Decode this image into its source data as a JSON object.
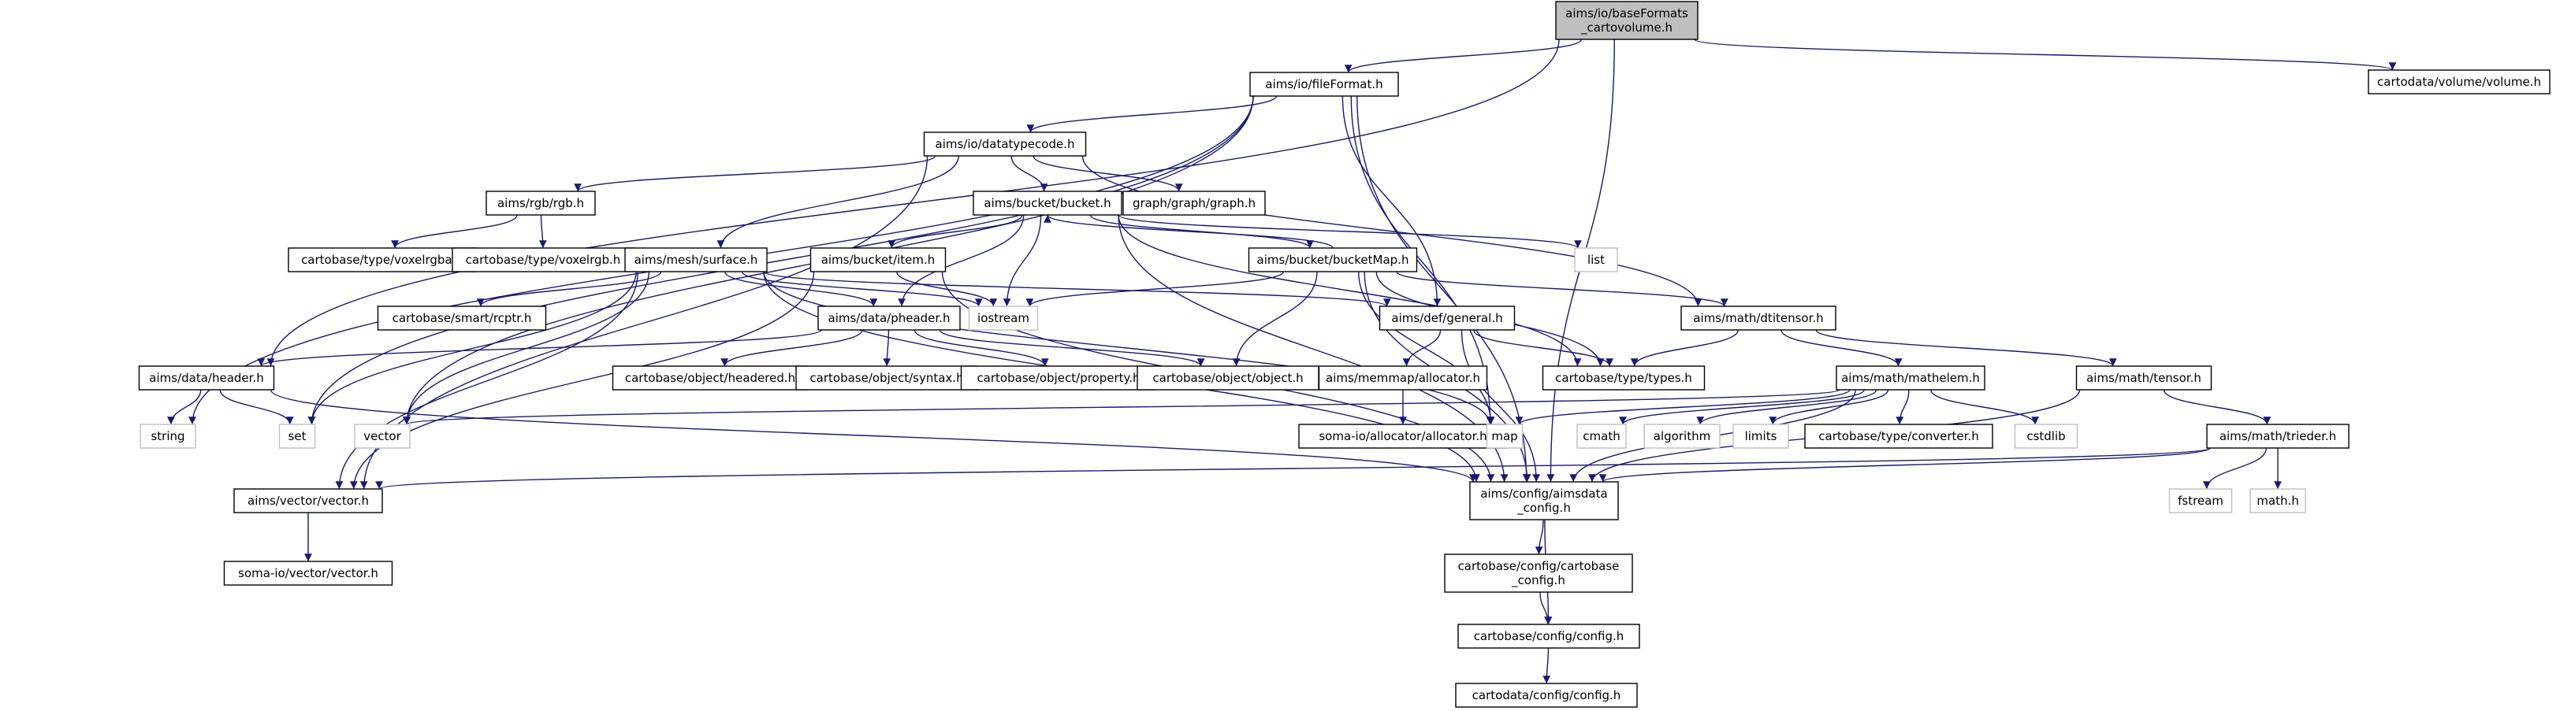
{
  "graph": {
    "nodes": [
      {
        "id": "root",
        "lines": [
          "aims/io/baseFormats",
          "_cartovolume.h"
        ],
        "kind": "root"
      },
      {
        "id": "fileFormat",
        "lines": [
          "aims/io/fileFormat.h"
        ],
        "kind": "doc"
      },
      {
        "id": "cvolume",
        "lines": [
          "cartodata/volume/volume.h"
        ],
        "kind": "doc"
      },
      {
        "id": "datatypecode",
        "lines": [
          "aims/io/datatypecode.h"
        ],
        "kind": "doc"
      },
      {
        "id": "rgb",
        "lines": [
          "aims/rgb/rgb.h"
        ],
        "kind": "doc"
      },
      {
        "id": "bucket",
        "lines": [
          "aims/bucket/bucket.h"
        ],
        "kind": "doc"
      },
      {
        "id": "graphh",
        "lines": [
          "graph/graph/graph.h"
        ],
        "kind": "doc"
      },
      {
        "id": "voxelrgba",
        "lines": [
          "cartobase/type/voxelrgba.h"
        ],
        "kind": "doc"
      },
      {
        "id": "voxelrgb",
        "lines": [
          "cartobase/type/voxelrgb.h"
        ],
        "kind": "doc"
      },
      {
        "id": "list",
        "lines": [
          "list"
        ],
        "kind": "ext"
      },
      {
        "id": "surface",
        "lines": [
          "aims/mesh/surface.h"
        ],
        "kind": "doc"
      },
      {
        "id": "item",
        "lines": [
          "aims/bucket/item.h"
        ],
        "kind": "doc"
      },
      {
        "id": "bucketMap",
        "lines": [
          "aims/bucket/bucketMap.h"
        ],
        "kind": "doc"
      },
      {
        "id": "rcptr",
        "lines": [
          "cartobase/smart/rcptr.h"
        ],
        "kind": "doc"
      },
      {
        "id": "iostream",
        "lines": [
          "iostream"
        ],
        "kind": "ext"
      },
      {
        "id": "general",
        "lines": [
          "aims/def/general.h"
        ],
        "kind": "doc"
      },
      {
        "id": "dtitensor",
        "lines": [
          "aims/math/dtitensor.h"
        ],
        "kind": "doc"
      },
      {
        "id": "pheader",
        "lines": [
          "aims/data/pheader.h"
        ],
        "kind": "doc"
      },
      {
        "id": "header",
        "lines": [
          "aims/data/header.h"
        ],
        "kind": "doc"
      },
      {
        "id": "headered",
        "lines": [
          "cartobase/object/headered.h"
        ],
        "kind": "doc"
      },
      {
        "id": "syntax",
        "lines": [
          "cartobase/object/syntax.h"
        ],
        "kind": "doc"
      },
      {
        "id": "property",
        "lines": [
          "cartobase/object/property.h"
        ],
        "kind": "doc"
      },
      {
        "id": "object",
        "lines": [
          "cartobase/object/object.h"
        ],
        "kind": "doc"
      },
      {
        "id": "allocator",
        "lines": [
          "aims/memmap/allocator.h"
        ],
        "kind": "doc"
      },
      {
        "id": "types",
        "lines": [
          "cartobase/type/types.h"
        ],
        "kind": "doc"
      },
      {
        "id": "mathelem",
        "lines": [
          "aims/math/mathelem.h"
        ],
        "kind": "doc"
      },
      {
        "id": "tensor",
        "lines": [
          "aims/math/tensor.h"
        ],
        "kind": "doc"
      },
      {
        "id": "string",
        "lines": [
          "string"
        ],
        "kind": "ext"
      },
      {
        "id": "set",
        "lines": [
          "set"
        ],
        "kind": "ext"
      },
      {
        "id": "vector",
        "lines": [
          "vector"
        ],
        "kind": "ext"
      },
      {
        "id": "somaalloc",
        "lines": [
          "soma-io/allocator/allocator.h"
        ],
        "kind": "doc"
      },
      {
        "id": "map",
        "lines": [
          "map"
        ],
        "kind": "ext"
      },
      {
        "id": "cmath",
        "lines": [
          "cmath"
        ],
        "kind": "ext"
      },
      {
        "id": "algorithm",
        "lines": [
          "algorithm"
        ],
        "kind": "ext"
      },
      {
        "id": "limits",
        "lines": [
          "limits"
        ],
        "kind": "ext"
      },
      {
        "id": "converter",
        "lines": [
          "cartobase/type/converter.h"
        ],
        "kind": "doc"
      },
      {
        "id": "cstdlib",
        "lines": [
          "cstdlib"
        ],
        "kind": "ext"
      },
      {
        "id": "trieder",
        "lines": [
          "aims/math/trieder.h"
        ],
        "kind": "doc"
      },
      {
        "id": "vectorh",
        "lines": [
          "aims/vector/vector.h"
        ],
        "kind": "doc"
      },
      {
        "id": "aimsdata",
        "lines": [
          "aims/config/aimsdata",
          "_config.h"
        ],
        "kind": "doc"
      },
      {
        "id": "fstream",
        "lines": [
          "fstream"
        ],
        "kind": "ext"
      },
      {
        "id": "mathh",
        "lines": [
          "math.h"
        ],
        "kind": "ext"
      },
      {
        "id": "somavector",
        "lines": [
          "soma-io/vector/vector.h"
        ],
        "kind": "doc"
      },
      {
        "id": "cbconfig",
        "lines": [
          "cartobase/config/cartobase",
          "_config.h"
        ],
        "kind": "doc"
      },
      {
        "id": "config",
        "lines": [
          "cartobase/config/config.h"
        ],
        "kind": "doc"
      },
      {
        "id": "cdconfig",
        "lines": [
          "cartodata/config/config.h"
        ],
        "kind": "doc"
      }
    ],
    "edges": [
      [
        "root",
        "fileFormat"
      ],
      [
        "root",
        "cvolume"
      ],
      [
        "root",
        "header"
      ],
      [
        "root",
        "aimsdata"
      ],
      [
        "fileFormat",
        "datatypecode"
      ],
      [
        "fileFormat",
        "string"
      ],
      [
        "fileFormat",
        "set"
      ],
      [
        "fileFormat",
        "vector"
      ],
      [
        "fileFormat",
        "general"
      ],
      [
        "fileFormat",
        "map"
      ],
      [
        "fileFormat",
        "aimsdata"
      ],
      [
        "datatypecode",
        "rgb"
      ],
      [
        "datatypecode",
        "bucket"
      ],
      [
        "datatypecode",
        "graphh"
      ],
      [
        "datatypecode",
        "surface"
      ],
      [
        "datatypecode",
        "dtitensor"
      ],
      [
        "datatypecode",
        "vectorh"
      ],
      [
        "rgb",
        "voxelrgba"
      ],
      [
        "rgb",
        "voxelrgb"
      ],
      [
        "bucket",
        "item"
      ],
      [
        "bucket",
        "bucketMap"
      ],
      [
        "bucket",
        "list"
      ],
      [
        "bucket",
        "iostream"
      ],
      [
        "bucket",
        "pheader"
      ],
      [
        "bucket",
        "types"
      ],
      [
        "bucket",
        "aimsdata"
      ],
      [
        "item",
        "iostream"
      ],
      [
        "item",
        "aimsdata"
      ],
      [
        "item",
        "vectorh"
      ],
      [
        "bucketMap",
        "bucket"
      ],
      [
        "bucketMap",
        "iostream"
      ],
      [
        "bucketMap",
        "dtitensor"
      ],
      [
        "bucketMap",
        "types"
      ],
      [
        "bucketMap",
        "object"
      ],
      [
        "bucketMap",
        "map"
      ],
      [
        "bucketMap",
        "aimsdata"
      ],
      [
        "surface",
        "rcptr"
      ],
      [
        "surface",
        "pheader"
      ],
      [
        "surface",
        "iostream"
      ],
      [
        "surface",
        "general"
      ],
      [
        "surface",
        "set"
      ],
      [
        "surface",
        "vector"
      ],
      [
        "surface",
        "map"
      ],
      [
        "surface",
        "aimsdata"
      ],
      [
        "surface",
        "vectorh"
      ],
      [
        "pheader",
        "header"
      ],
      [
        "pheader",
        "headered"
      ],
      [
        "pheader",
        "syntax"
      ],
      [
        "pheader",
        "property"
      ],
      [
        "pheader",
        "object"
      ],
      [
        "header",
        "string"
      ],
      [
        "header",
        "set"
      ],
      [
        "header",
        "aimsdata"
      ],
      [
        "general",
        "allocator"
      ],
      [
        "general",
        "types"
      ],
      [
        "general",
        "aimsdata"
      ],
      [
        "allocator",
        "somaalloc"
      ],
      [
        "dtitensor",
        "types"
      ],
      [
        "dtitensor",
        "mathelem"
      ],
      [
        "dtitensor",
        "tensor"
      ],
      [
        "mathelem",
        "vector"
      ],
      [
        "mathelem",
        "map"
      ],
      [
        "mathelem",
        "cmath"
      ],
      [
        "mathelem",
        "algorithm"
      ],
      [
        "mathelem",
        "limits"
      ],
      [
        "mathelem",
        "converter"
      ],
      [
        "mathelem",
        "cstdlib"
      ],
      [
        "mathelem",
        "aimsdata"
      ],
      [
        "tensor",
        "trieder"
      ],
      [
        "tensor",
        "aimsdata"
      ],
      [
        "trieder",
        "fstream"
      ],
      [
        "trieder",
        "mathh"
      ],
      [
        "trieder",
        "vectorh"
      ],
      [
        "trieder",
        "aimsdata"
      ],
      [
        "vectorh",
        "somavector"
      ],
      [
        "aimsdata",
        "cbconfig"
      ],
      [
        "aimsdata",
        "config"
      ],
      [
        "cbconfig",
        "config"
      ],
      [
        "config",
        "cdconfig"
      ]
    ]
  },
  "colors": {
    "edge": "#191970",
    "root_fill": "#bfbfbf",
    "node_border": "#000000",
    "external_border": "#bfbfbf",
    "background": "#ffffff"
  }
}
